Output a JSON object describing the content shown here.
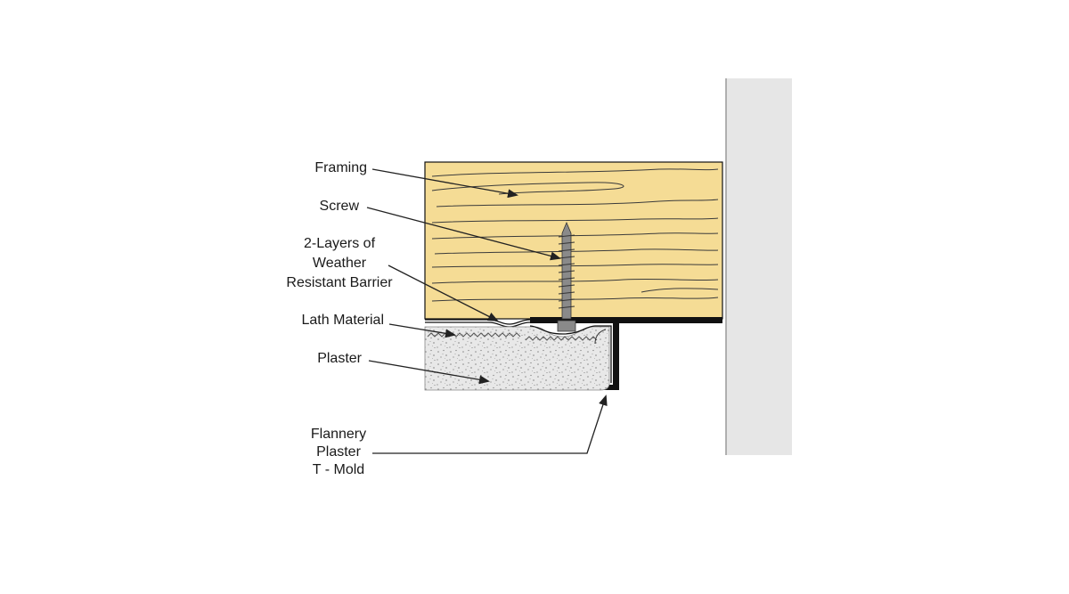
{
  "labels": {
    "framing": "Framing",
    "screw": "Screw",
    "wrb_line1": "2-Layers of",
    "wrb_line2": "Weather",
    "wrb_line3": "Resistant Barrier",
    "lath": "Lath Material",
    "plaster": "Plaster",
    "tmold_line1": "Flannery",
    "tmold_line2": "Plaster",
    "tmold_line3": "T - Mold"
  },
  "colors": {
    "wood": "#f5dc95",
    "wood_grain": "#3b3b3b",
    "outline": "#000000",
    "wall": "#e6e6e6",
    "plaster": "#e9e9e9",
    "screw": "#8a8a8a",
    "leader": "#222222"
  }
}
